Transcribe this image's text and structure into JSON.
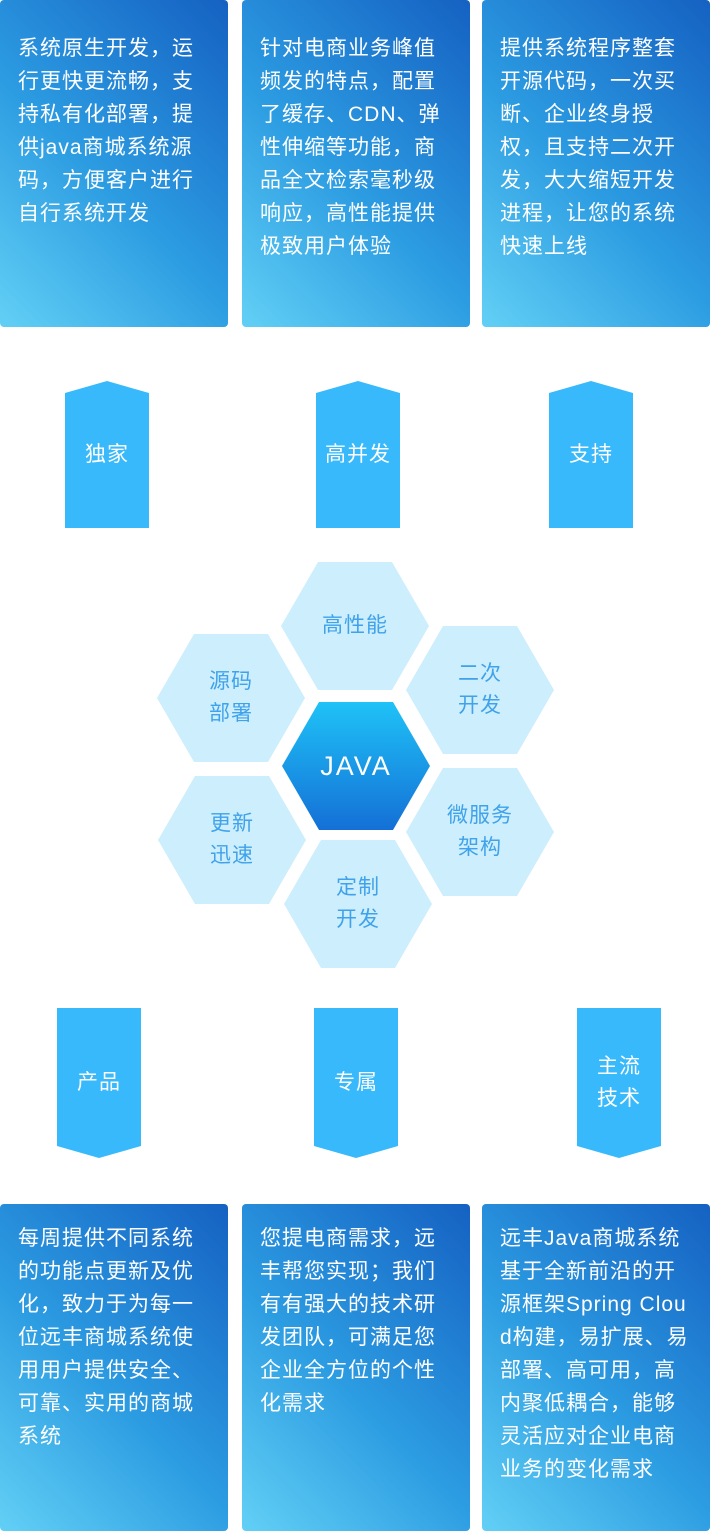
{
  "top_cards": [
    "系统原生开发，运行更快更流畅，支持私有化部署，提供java商城系统源码，方便客户进行自行系统开发",
    "针对电商业务峰值频发的特点，配置了缓存、CDN、弹性伸缩等功能，商品全文检索毫秒级响应，高性能提供极致用户体验",
    "提供系统程序整套开源代码，一次买断、企业终身授权，且支持二次开发，大大缩短开发进程，让您的系统快速上线"
  ],
  "top_tags": [
    "独家",
    "高并发",
    "支持"
  ],
  "hexagons": {
    "center": "JAVA",
    "top": "高性能",
    "upper_left": "源码\n部署",
    "upper_right": "二次\n开发",
    "lower_left": "更新\n迅速",
    "lower_right": "微服务\n架构",
    "bottom": "定制\n开发"
  },
  "bottom_tags": [
    "产品",
    "专属",
    "主流\n技术"
  ],
  "bottom_cards": [
    "每周提供不同系统的功能点更新及优化，致力于为每一位远丰商城系统使用用户提供安全、可靠、实用的商城系统",
    "您提电商需求，远丰帮您实现；我们有有强大的技术研发团队，可满足您企业全方位的个性化需求",
    "远丰Java商城系统基于全新前沿的开源框架Spring Cloud构建，易扩展、易部署、高可用，高内聚低耦合，能够灵活应对企业电商业务的变化需求"
  ],
  "colors": {
    "card_gradient_start": "#62d0f5",
    "card_gradient_end": "#1561c2",
    "tag_blue": "#38b9fb",
    "hex_light": "#cdeefc",
    "hex_text": "#3fa2ea",
    "hex_center_top": "#1fc2f7",
    "hex_center_bottom": "#1470d6"
  }
}
